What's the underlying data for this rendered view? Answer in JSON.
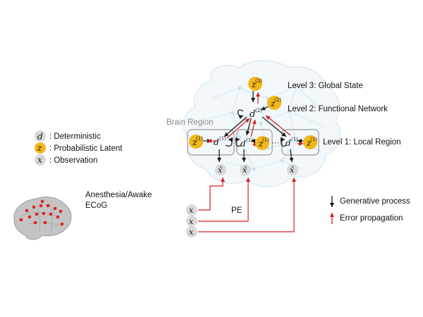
{
  "colors": {
    "latent": "#f2b81a",
    "node": "#d9d9d9",
    "error": "#d91e1e",
    "generative": "#111111",
    "brain_bg": "#bfdcec",
    "electrode": "#e02020",
    "region_box": "#9a9a9a"
  },
  "legend": {
    "deterministic_symbol": "d",
    "deterministic_label": ": Deterministic",
    "latent_symbol": "z",
    "latent_label": ": Probabilistic Latent",
    "observation_symbol": "x",
    "observation_label": ": Observation"
  },
  "data_source": {
    "line1": "Anesthesia/Awake",
    "line2": "ECoG",
    "icon": "brain-icon"
  },
  "levels": {
    "global": "Level 3: Global State",
    "network": "Level 2: Functional Network",
    "local": "Level 1: Local Region"
  },
  "brain_region_label": "Brain Region",
  "pe_label": "PE",
  "nodes": {
    "d_symbol": "d",
    "z_symbol": "z",
    "x_symbol": "x",
    "xhat_symbol": "x̂",
    "sup_level3": "(3)",
    "sup_level2": "(2)",
    "sup_level1": "(1)",
    "ellipsis": "···"
  },
  "arrow_legend": {
    "generative": "Generative process",
    "error": "Error propagation"
  }
}
